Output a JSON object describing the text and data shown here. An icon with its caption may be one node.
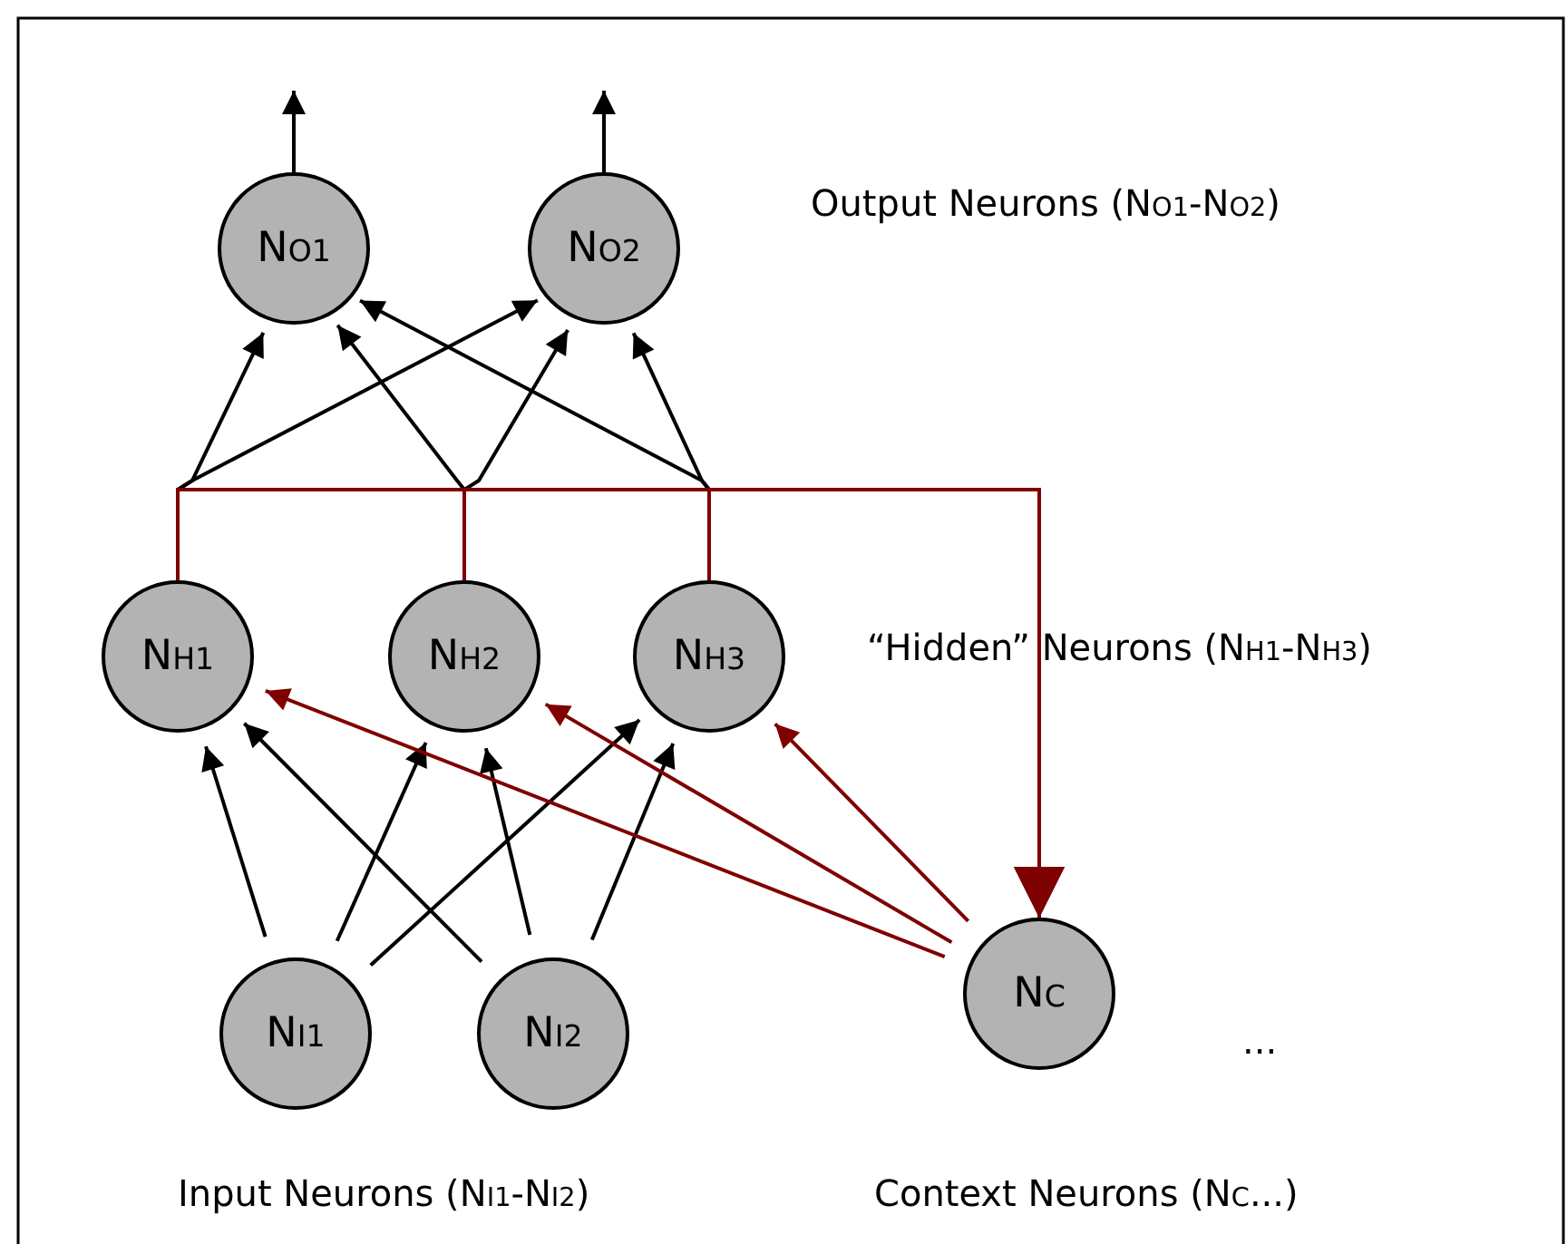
{
  "diagram": {
    "nodes": [
      {
        "text": [
          "N$_{O1}$"
        ]
      },
      {
        "text": [
          "N$_{O2}$"
        ]
      },
      {
        "text": [
          "N$_{H1}$"
        ]
      },
      {
        "text": [
          "N$_{H2}$"
        ]
      },
      {
        "text": [
          "N$_{H3}$"
        ]
      },
      {
        "text": [
          "N$_{I1}$"
        ]
      },
      {
        "text": [
          "N$_{I2}$"
        ]
      },
      {
        "text": [
          "N$_{C}$"
        ]
      }
    ],
    "edges": [
      {
        "from": 0,
        "to": null,
        "arrow": "to"
      },
      {
        "from": 1,
        "to": null,
        "arrow": "to"
      },
      {
        "from": 2,
        "to": 0,
        "arrow": "to"
      },
      {
        "from": 2,
        "to": 1,
        "arrow": "to"
      },
      {
        "from": 3,
        "to": 0,
        "arrow": "to"
      },
      {
        "from": 3,
        "to": 1,
        "arrow": "to"
      },
      {
        "from": 4,
        "to": 0,
        "arrow": "to"
      },
      {
        "from": 4,
        "to": 1,
        "arrow": "to"
      },
      {
        "from": 5,
        "to": 2,
        "arrow": "to"
      },
      {
        "from": 5,
        "to": 3,
        "arrow": "to"
      },
      {
        "from": 5,
        "to": 4,
        "arrow": "to"
      },
      {
        "from": 6,
        "to": 2,
        "arrow": "to"
      },
      {
        "from": 6,
        "to": 3,
        "arrow": "to"
      },
      {
        "from": 6,
        "to": 4,
        "arrow": "to"
      },
      {
        "from": 7,
        "to": 2,
        "arrow": "to",
        "color": "#7f0000"
      },
      {
        "from": 7,
        "to": 3,
        "arrow": "to",
        "color": "#7f0000"
      },
      {
        "from": 7,
        "to": 4,
        "arrow": "to",
        "color": "#7f0000"
      },
      {
        "from": 2,
        "to": 7,
        "arrow": "to",
        "color": "#7f0000"
      },
      {
        "from": 3,
        "to": 7,
        "arrow": "to",
        "color": "#7f0000"
      },
      {
        "from": 4,
        "to": 7,
        "arrow": "to",
        "color": "#7f0000"
      }
    ],
    "labels": [
      "Output Neurons (N$_{O1}$-N$_{O2}$)",
      "“Hidden” Neurons (N$_{H1}$-N$_{H3}$)",
      "...",
      "Input Neurons (N$_{I1}$-N$_{I2}$)",
      "Context Neurons (N$_{C}$...)"
    ]
  }
}
